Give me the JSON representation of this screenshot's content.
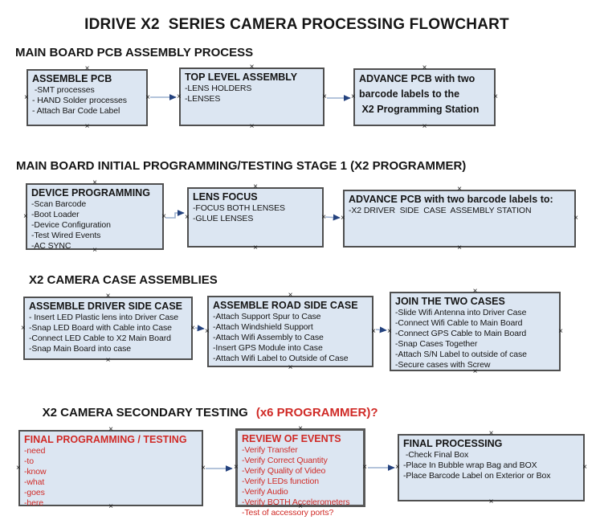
{
  "title": "IDRIVE X2  SERIES CAMERA PROCESSING FLOWCHART",
  "anchor_glyph": "×",
  "colors": {
    "box_fill": "#dce6f2",
    "box_border": "#4f4f4f",
    "arrow_line": "#9cb0cf",
    "arrow_head": "#24427e",
    "red_text": "#d02a26",
    "text": "#151515"
  },
  "sections": [
    {
      "heading": "MAIN BOARD PCB ASSEMBLY PROCESS",
      "boxes": [
        {
          "header": "ASSEMBLE PCB",
          "items": [
            " -SMT processes",
            "- HAND Solder processes",
            "- Attach Bar Code Label"
          ]
        },
        {
          "header": "TOP LEVEL ASSEMBLY",
          "items": [
            "-LENS HOLDERS",
            "-LENSES"
          ]
        },
        {
          "header": "ADVANCE PCB with two",
          "items": [
            "barcode labels to the",
            " X2 Programming Station"
          ]
        }
      ]
    },
    {
      "heading": "MAIN BOARD INITIAL PROGRAMMING/TESTING STAGE 1 (X2 PROGRAMMER)",
      "boxes": [
        {
          "header": "DEVICE PROGRAMMING",
          "items": [
            "-Scan Barcode",
            "-Boot Loader",
            "-Device Configuration",
            "-Test Wired Events",
            "-AC SYNC"
          ]
        },
        {
          "header": "LENS FOCUS",
          "items": [
            "-FOCUS BOTH LENSES",
            "-GLUE LENSES"
          ]
        },
        {
          "header": "ADVANCE PCB with two barcode labels to:",
          "items": [
            "-X2 DRIVER  SIDE  CASE  ASSEMBLY STATION"
          ]
        }
      ]
    },
    {
      "heading": "X2 CAMERA CASE ASSEMBLIES",
      "boxes": [
        {
          "header": "ASSEMBLE DRIVER SIDE CASE",
          "items": [
            "- Insert LED Plastic lens into Driver Case",
            "-Snap LED Board with Cable into Case",
            "-Connect LED Cable to X2 Main Board",
            "-Snap Main Board into case"
          ]
        },
        {
          "header": "ASSEMBLE ROAD SIDE CASE",
          "items": [
            "-Attach Support Spur to Case",
            "-Attach Windshield Support",
            "-Attach Wifi Assembly to Case",
            "-Insert GPS Module into Case",
            "-Attach Wifi Label to Outside of Case"
          ]
        },
        {
          "header": "JOIN THE TWO CASES",
          "items": [
            "-Slide Wifi Antenna into Driver Case",
            "-Connect Wifi Cable to Main Board",
            "-Connect GPS Cable to Main Board",
            "-Snap Cases Together",
            "-Attach S/N Label to outside of case",
            "-Secure cases with Screw"
          ]
        }
      ]
    },
    {
      "heading": "X2 CAMERA SECONDARY TESTING",
      "heading_red": "(x6 PROGRAMMER)?",
      "boxes": [
        {
          "header": "FINAL PROGRAMMING / TESTING",
          "items": [
            "-need",
            "-to",
            "-know",
            "-what",
            "-goes",
            "-here"
          ]
        },
        {
          "header": "REVIEW OF EVENTS",
          "items": [
            "-Verify Transfer",
            "-Verify Correct Quantity",
            "-Verify Quality of Video",
            "-Verify LEDs function",
            "-Verify Audio",
            "-Verify BOTH Accelerometers",
            "-Test of accessory ports?"
          ]
        },
        {
          "header": "FINAL PROCESSING",
          "items": [
            " -Check Final Box",
            "-Place In Bubble wrap Bag and BOX",
            "-Place Barcode Label on Exterior or Box"
          ]
        }
      ]
    }
  ]
}
